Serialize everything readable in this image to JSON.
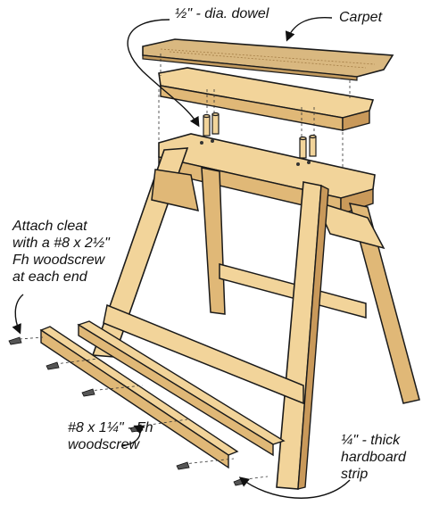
{
  "labels": {
    "dowel": "½\" - dia. dowel",
    "carpet": "Carpet",
    "attach_cleat": [
      "Attach cleat",
      "with a #8 x 2½\"",
      "Fh woodscrew",
      "at each end"
    ],
    "small_screw": [
      "#8 x 1¼\" - Fh",
      "woodscrew"
    ],
    "hardboard": [
      "¼\" - thick",
      "hardboard",
      "strip"
    ]
  },
  "colors": {
    "wood": "#f2d49a",
    "wood_shade": "#e0b877",
    "wood_dark": "#c9995a",
    "carpet": "#d9b880",
    "outline": "#1a1a1a"
  }
}
